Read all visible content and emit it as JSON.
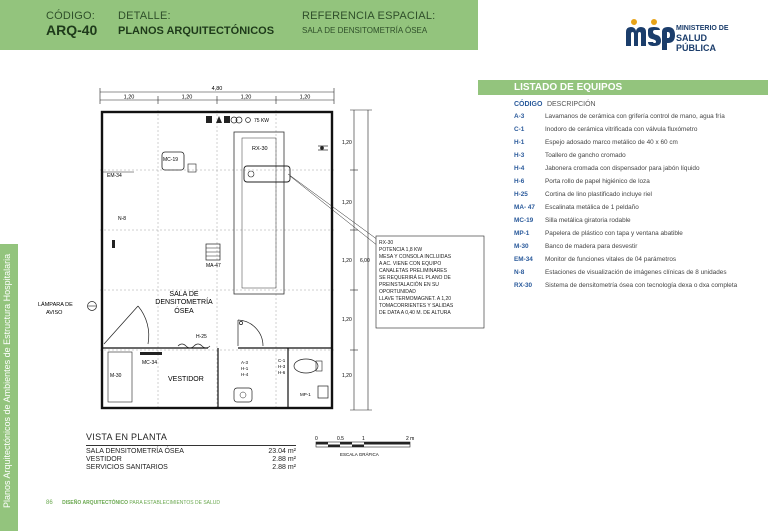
{
  "header": {
    "code_label": "CÓDIGO:",
    "code_value": "ARQ-40",
    "detail_label": "DETALLE:",
    "detail_value": "PLANOS ARQUITECTÓNICOS",
    "ref_label": "REFERENCIA ESPACIAL:",
    "ref_value": "SALA DE DENSITOMETRÍA ÓSEA"
  },
  "logo": {
    "line1": "MINISTERIO DE",
    "line2": "SALUD PÚBLICA",
    "mark": "msp"
  },
  "sidebar_text": "Planos Arquitectónicos de Ambientes de Estructura Hospitalaria",
  "plan": {
    "total_dim": "4,80",
    "segment_dims": [
      "1,20",
      "1,20",
      "1,20",
      "1,20"
    ],
    "right_dims": [
      "1,20",
      "1,20",
      "1,20",
      "1,20",
      "1,20"
    ],
    "right_total": "6,00",
    "power_label": "75 KW",
    "labels": {
      "em34": "EM-34",
      "mc19": "MC-19",
      "rx30": "RX-30",
      "n8": "N-8",
      "ma47": "MA-47",
      "room_name": [
        "SALA DE",
        "DENSITOMETRÍA",
        "ÓSEA"
      ],
      "h25": "H-25",
      "mc34": "MC-34",
      "m30": "M-30",
      "vestidor": "VESTIDOR",
      "bath_left": [
        "A-3",
        "H-1",
        "H-4"
      ],
      "bath_right": [
        "C-1",
        "H-3",
        "H-6"
      ],
      "mp1": "MP-1",
      "lamp": [
        "LÁMPARA DE",
        "AVISO"
      ]
    },
    "note": [
      "RX-30",
      "POTENCIA 1,8 KW",
      "MESA Y CONSOLA INCLUIDAS",
      "A AC. VIENE CON EQUIPO",
      "CANALETAS PRELIMINARES",
      "SE REQUERIRÁ EL PLANO DE",
      "PREINSTALACIÓN EN SU",
      "OPORTUNIDAD",
      "LLAVE TERMOMAGNET. A 1,20",
      "TOMACORRIENTES Y SALIDAS",
      "DE DATA A 0,40 M. DE ALTURA"
    ]
  },
  "equipment": {
    "title": "LISTADO DE EQUIPOS",
    "col_code": "CÓDIGO",
    "col_desc": "DESCRIPCIÓN",
    "items": [
      {
        "code": "A-3",
        "desc": "Lavamanos de cerámica con grifería control de mano, agua fría"
      },
      {
        "code": "C-1",
        "desc": "Inodoro de cerámica vitrificada con válvula fluxómetro"
      },
      {
        "code": "H-1",
        "desc": "Espejo adosado marco metálico de 40 x 60 cm"
      },
      {
        "code": "H-3",
        "desc": "Toallero de gancho cromado"
      },
      {
        "code": "H-4",
        "desc": "Jabonera cromada con dispensador para jabón líquido"
      },
      {
        "code": "H-6",
        "desc": "Porta rollo de papel higiénico de loza"
      },
      {
        "code": "H-25",
        "desc": "Cortina de lino plastificado incluye riel"
      },
      {
        "code": "MA- 47",
        "desc": "Escalinata metálica de 1 peldaño"
      },
      {
        "code": "MC-19",
        "desc": "Silla metálica giratoria rodable"
      },
      {
        "code": "MP-1",
        "desc": "Papelera de plástico con tapa y ventana abatible"
      },
      {
        "code": "M-30",
        "desc": "Banco de madera para desvestir"
      },
      {
        "code": "EM-34",
        "desc": "Monitor de funciones vitales de 04 parámetros"
      },
      {
        "code": "N-8",
        "desc": "Estaciones de visualización de imágenes clínicas de 8 unidades"
      },
      {
        "code": "RX-30",
        "desc": "Sistema de densitometría ósea con tecnología dexa o dxa completa"
      }
    ]
  },
  "plan_view": {
    "title": "VISTA EN PLANTA",
    "areas": [
      {
        "name": "SALA DENSITOMETRÍA ÓSEA",
        "value": "23.04 m²"
      },
      {
        "name": "VESTIDOR",
        "value": "2.88 m²"
      },
      {
        "name": "SERVICIOS SANITARIOS",
        "value": "2.88 m²"
      }
    ]
  },
  "scale": {
    "ticks": [
      "0",
      "0.5",
      "1",
      "2 m"
    ],
    "label": "ESCALA GRÁFICA"
  },
  "footer": {
    "page": "86",
    "bold": "DISEÑO ARQUITECTÓNICO",
    "rest": "PARA ESTABLECIMIENTOS DE SALUD"
  }
}
